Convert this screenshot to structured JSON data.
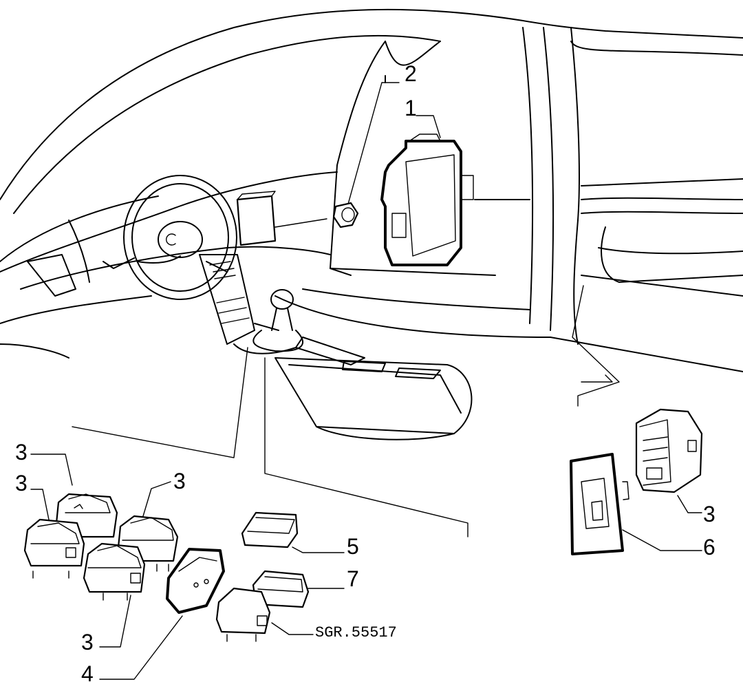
{
  "callouts": {
    "c1": "1",
    "c2": "2",
    "c3a": "3",
    "c3b": "3",
    "c3c": "3",
    "c3d": "3",
    "c3e": "3",
    "c4": "4",
    "c5": "5",
    "c6": "6",
    "c7": "7"
  },
  "drawing_code": "SGR.55517"
}
